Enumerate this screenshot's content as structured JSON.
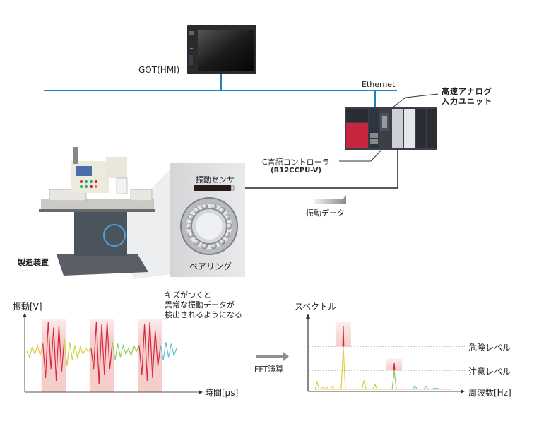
{
  "network": {
    "hmi_label": "GOT(HMI)",
    "ethernet_label": "Ethernet",
    "line_color": "#1f7fc4"
  },
  "plc": {
    "analog_unit_label_line1": "高速アナログ",
    "analog_unit_label_line2": "入力ユニット",
    "controller_label_line1": "C言語コントローラ",
    "controller_label_line2": "(R12CCPU-V)"
  },
  "machine": {
    "label": "製造装置"
  },
  "bearing_panel": {
    "sensor_label": "振動センサ",
    "bearing_label": "ベアリング"
  },
  "flow": {
    "vibration_data_label": "振動データ",
    "fft_label": "FFT演算"
  },
  "annotation": {
    "line1": "キズがつくと",
    "line2": "異常な振動データが",
    "line3": "検出されるようになる"
  },
  "chart_data": [
    {
      "type": "line",
      "title": "",
      "ylabel": "振動[V]",
      "xlabel": "時間[μs]",
      "highlight_color": "#f4c9c6",
      "anomaly_color": "#d8283d",
      "segments": [
        {
          "name": "normal-1",
          "color": "#e8c64a",
          "values": [
            0,
            -0.2,
            0.15,
            -0.1,
            0.2,
            -0.15,
            0.25
          ]
        },
        {
          "name": "anomaly-1",
          "color": "#d8283d",
          "values": [
            0.25,
            -0.9,
            1.0,
            -0.6,
            0.8,
            -1.0,
            0.85,
            -0.7,
            0.4
          ]
        },
        {
          "name": "normal-2",
          "color": "#c7d43c",
          "values": [
            0.4,
            -0.5,
            0.3,
            -0.3,
            0.2,
            -0.25,
            0.15,
            -0.1,
            0.1,
            0.0,
            0.1
          ]
        },
        {
          "name": "anomaly-2",
          "color": "#d8283d",
          "values": [
            0.1,
            -0.6,
            1.0,
            -1.1,
            0.9,
            -0.8,
            1.0,
            -0.6,
            0.3
          ]
        },
        {
          "name": "normal-3",
          "color": "#8fcb5a",
          "values": [
            0.3,
            -0.3,
            0.25,
            -0.2,
            0.2,
            -0.1,
            0.1,
            -0.15,
            0.2,
            0.0,
            0.2
          ]
        },
        {
          "name": "anomaly-3",
          "color": "#d8283d",
          "values": [
            0.2,
            -0.8,
            0.9,
            -1.0,
            1.0,
            -0.9,
            0.7,
            -0.5,
            0.2
          ]
        },
        {
          "name": "normal-4",
          "color": "#5fc0d8",
          "values": [
            0.2,
            -0.3,
            0.3,
            -0.2,
            0.25,
            -0.15,
            0.1
          ]
        }
      ]
    },
    {
      "type": "line",
      "title": "",
      "ylabel": "スペクトル",
      "xlabel": "周波数[Hz]",
      "thresholds": [
        {
          "label": "危険レベル",
          "value": 0.68
        },
        {
          "label": "注意レベル",
          "value": 0.3
        }
      ],
      "peaks": [
        {
          "x": 0.02,
          "y": 0.12,
          "color": "#e8c64a"
        },
        {
          "x": 0.06,
          "y": 0.04,
          "color": "#e8c64a"
        },
        {
          "x": 0.09,
          "y": 0.04,
          "color": "#e8c64a"
        },
        {
          "x": 0.13,
          "y": 0.05,
          "color": "#e8c64a"
        },
        {
          "x": 0.21,
          "y": 1.0,
          "color": "#e8c64a",
          "alarm": "danger"
        },
        {
          "x": 0.36,
          "y": 0.14,
          "color": "#c7d43c"
        },
        {
          "x": 0.44,
          "y": 0.08,
          "color": "#c7d43c"
        },
        {
          "x": 0.58,
          "y": 0.42,
          "color": "#8fcb5a",
          "alarm": "caution"
        },
        {
          "x": 0.73,
          "y": 0.06,
          "color": "#5fc0d8"
        },
        {
          "x": 0.81,
          "y": 0.05,
          "color": "#5fc0d8"
        },
        {
          "x": 0.87,
          "y": 0.02,
          "color": "#5fc0d8"
        },
        {
          "x": 0.89,
          "y": 0.02,
          "color": "#5fc0d8"
        }
      ]
    }
  ]
}
